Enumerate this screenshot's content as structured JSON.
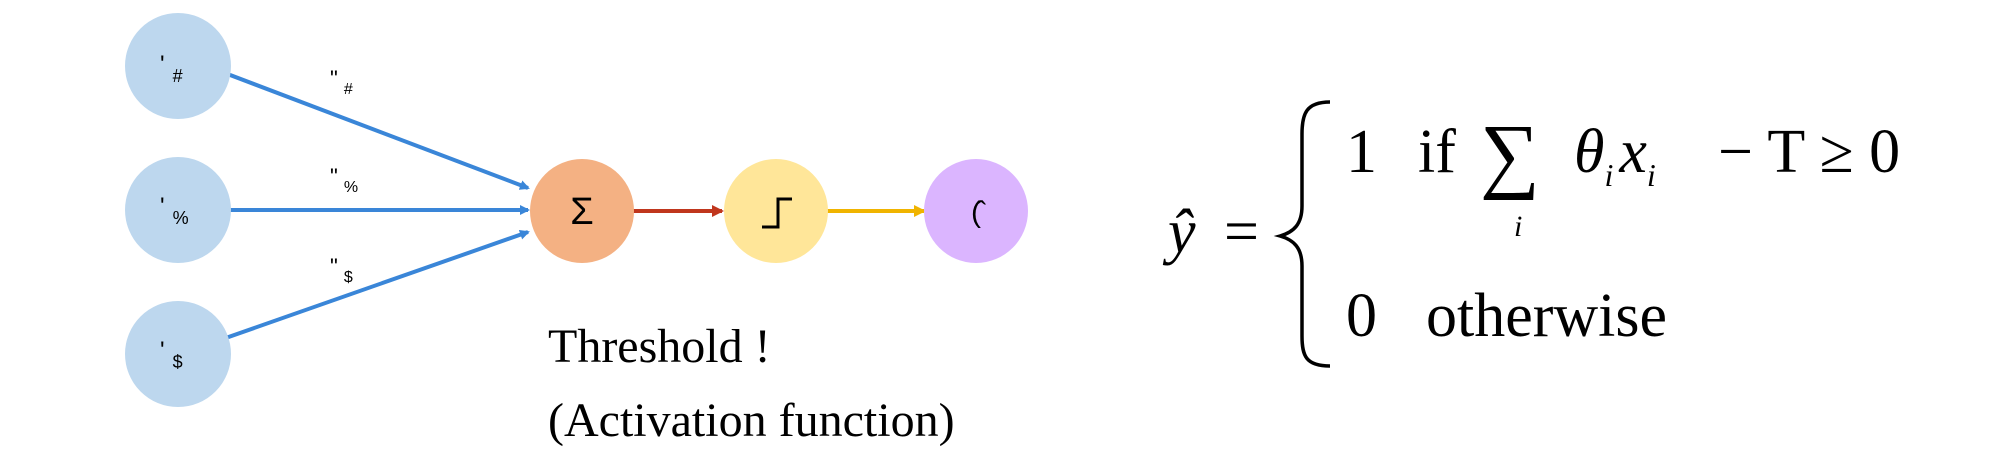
{
  "colors": {
    "input_fill": "#bdd7ee",
    "sum_fill": "#f4b183",
    "step_fill": "#ffe699",
    "output_fill": "#dbb5ff",
    "input_edge": "#3a86d8",
    "sum_to_step_edge": "#c0361d",
    "step_to_output_edge": "#f0b400"
  },
  "inputs": [
    {
      "label": "'",
      "sub": "#",
      "weight": "\"",
      "weight_sub": "#"
    },
    {
      "label": "'",
      "sub": "%",
      "weight": "\"",
      "weight_sub": "%"
    },
    {
      "label": "'",
      "sub": "$",
      "weight": "\"",
      "weight_sub": "$"
    }
  ],
  "sum_node": {
    "symbol": "Σ"
  },
  "step_node": {
    "icon": "step-function-icon"
  },
  "output_node": {
    "symbol": "(̂"
  },
  "caption": {
    "line1": "Threshold !",
    "line2": "(Activation function)"
  },
  "formula": {
    "lhs": "ŷ",
    "equals": "=",
    "case1_value": "1",
    "case1_if": "if",
    "case1_sum": "∑",
    "case1_sum_index": "i",
    "case1_theta": "θ",
    "case1_theta_sub": "i",
    "case1_x": "x",
    "case1_x_sub": "i",
    "case1_rest": "− T ≥ 0",
    "case2_value": "0",
    "case2_text": "otherwise"
  }
}
